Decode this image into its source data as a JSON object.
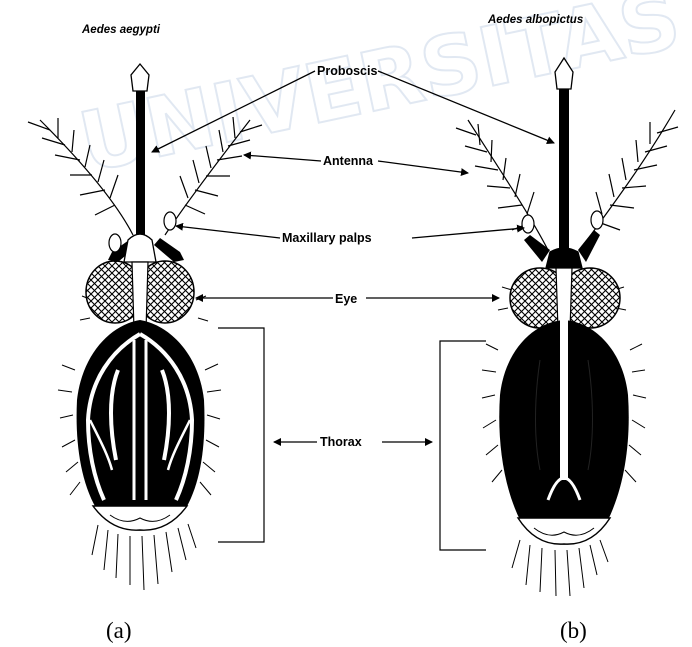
{
  "species": {
    "left": "Aedes aegypti",
    "right": "Aedes albopictus"
  },
  "labels": {
    "proboscis": "Proboscis",
    "antenna": "Antenna",
    "maxillary_palps": "Maxillary palps",
    "eye": "Eye",
    "thorax": "Thorax"
  },
  "panels": {
    "a": "(a)",
    "b": "(b)"
  },
  "watermark": "UNIVERSITAS",
  "colors": {
    "ink": "#000000",
    "background": "#ffffff",
    "watermark": "#c9d7e8"
  }
}
